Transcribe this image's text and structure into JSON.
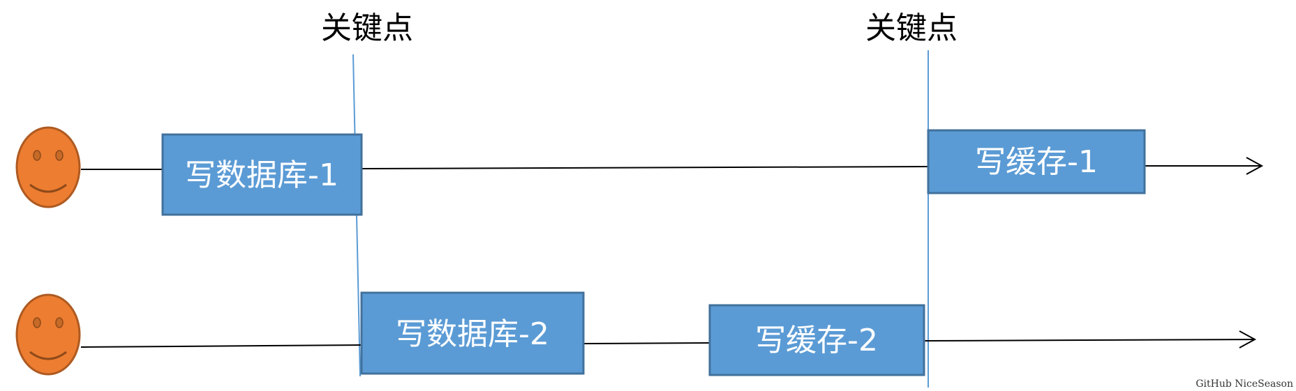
{
  "labels": {
    "key_point_1": "关键点",
    "key_point_2": "关键点",
    "write_db_1": "写数据库-1",
    "write_cache_1": "写缓存-1",
    "write_db_2": "写数据库-2",
    "write_cache_2": "写缓存-2",
    "watermark": "GitHub NiceSeason"
  },
  "icons": {
    "user_1": "smiley-face-icon",
    "user_2": "smiley-face-icon"
  },
  "colors": {
    "box_fill": "#5b9bd5",
    "box_stroke": "#41719c",
    "face_fill": "#ed7d31",
    "face_stroke": "#ae5a21",
    "guide_line": "#5b9bd5",
    "timeline": "#000000"
  }
}
